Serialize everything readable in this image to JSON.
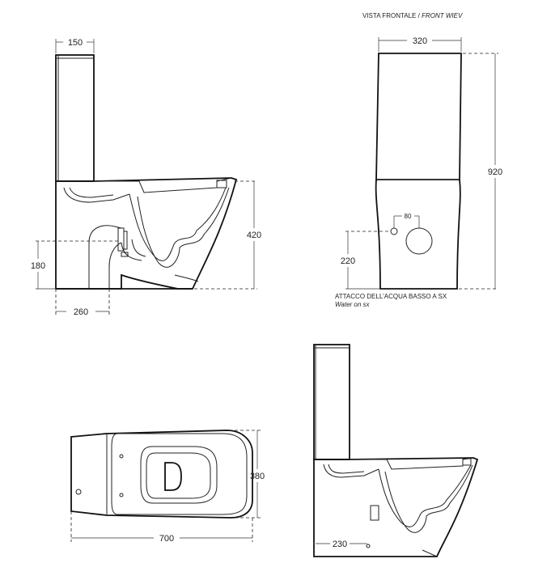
{
  "title_front": "VISTA FRONTALE / ",
  "title_front_en": "FRONT WIEV",
  "side_view": {
    "width_tank": "150",
    "height_bowl": "420",
    "drain_height": "180",
    "drain_distance": "260"
  },
  "front_view": {
    "width": "320",
    "height": "920",
    "inlet_offset": "80",
    "inlet_height": "220",
    "note_it": "ATTACCO DELL'ACQUA BASSO A SX",
    "note_en": "Water on sx"
  },
  "top_view": {
    "length": "700",
    "width": "380"
  },
  "side_view_2": {
    "drain_distance": "230"
  }
}
